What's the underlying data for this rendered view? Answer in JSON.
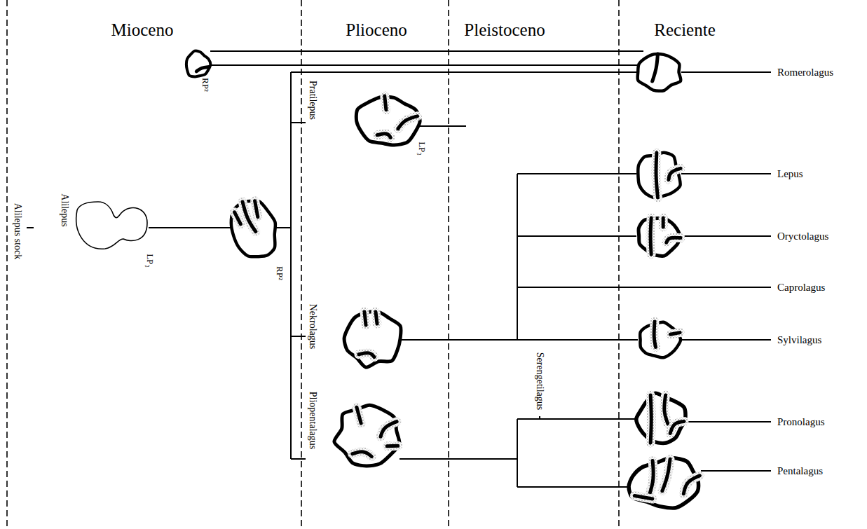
{
  "diagram": {
    "labels": [
      "Mioceno",
      "Plioceno",
      "Pleistoceno",
      "Reciente",
      "RP²",
      "Romerolagus",
      "Pratilepus",
      "LP₃",
      "Lepus",
      "Oryctolagus",
      "Alilepus stock",
      "Alilepus",
      "LP₃",
      "RP²",
      "Caprolagus",
      "Nekrolagus",
      "Sylvilagus",
      "Serengetilagus",
      "Pronolagus",
      "Pliopentalagus",
      "Pentalagus"
    ]
  }
}
